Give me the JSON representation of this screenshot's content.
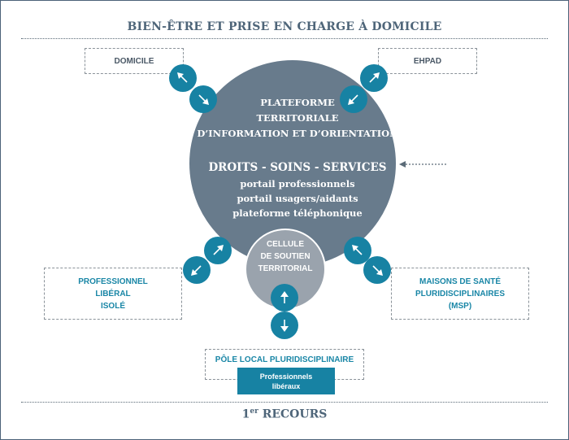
{
  "title": "BIEN-ÊTRE ET PRISE EN CHARGE À DOMICILE",
  "boxes": {
    "domicile": "DOMICILE",
    "ehpad": "EHPAD",
    "prof_line1": "PROFESSIONNEL",
    "prof_line2": "LIBÉRAL",
    "prof_line3": "ISOLÉ",
    "msp_line1": "MAISONS DE SANTÉ",
    "msp_line2": "PLURIDISCIPLINAIRES",
    "msp_line3": "(MSP)",
    "pole": "PÔLE LOCAL PLURIDISCIPLINAIRE",
    "liberaux_line1": "Professionnels",
    "liberaux_line2": "libéraux"
  },
  "platform": {
    "heading_line1": "PLATEFORME",
    "heading_line2": "TERRITORIALE",
    "heading_line3": "D’INFORMATION ET D’ORIENTATION",
    "pillars": "DROITS - SOINS - SERVICES",
    "item1": "portail professionnels",
    "item2": "portail usagers/aidants",
    "item3": "plateforme téléphonique"
  },
  "cellule": {
    "line1": "CELLULE",
    "line2": "DE SOUTIEN",
    "line3": "TERRITORIAL"
  },
  "bottom": {
    "prefix": "1",
    "sup": "er",
    "suffix": " RECOURS"
  },
  "colors": {
    "platform_circle": "#687b8c",
    "cellule_circle": "#9aa3ad",
    "arrow_button": "#1782a3",
    "title_text": "#4e6579"
  },
  "icons": [
    "arrow-up-right-icon",
    "arrow-down-right-icon",
    "arrow-down-left-icon",
    "arrow-up-left-icon",
    "arrow-up-icon",
    "arrow-down-icon",
    "incoming-arrow-icon"
  ]
}
